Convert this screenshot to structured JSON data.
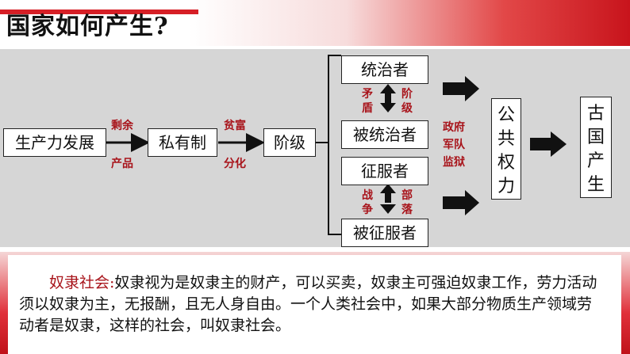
{
  "title": "国家如何产生?",
  "flow": {
    "productivity": "生产力发展",
    "surplus_top": "剩余",
    "surplus_bottom": "产品",
    "private": "私有制",
    "wealth_top": "贫富",
    "wealth_bottom": "分化",
    "class": "阶级"
  },
  "groups": {
    "rulers": "统治者",
    "ruled": "被统治者",
    "conquerors": "征服者",
    "conquered": "被征服者",
    "contradiction": [
      "矛",
      "盾"
    ],
    "class_word": [
      "阶",
      "级"
    ],
    "war": [
      "战",
      "争"
    ],
    "tribe": [
      "部",
      "落"
    ]
  },
  "government_label": [
    "政府",
    "军队",
    "监狱"
  ],
  "public_power": [
    "公",
    "共",
    "权",
    "力"
  ],
  "ancient_state": [
    "古",
    "国",
    "产",
    "生"
  ],
  "description": {
    "term": "奴隶社会:",
    "text": "奴隶视为是奴隶主的财产，可以买卖，奴隶主可强迫奴隶工作，劳力活动须以奴隶为主，无报酬，且无人身自由。一个人类社会中，如果大部分物质生产领域劳动者是奴隶，这样的社会，叫奴隶社会。"
  }
}
